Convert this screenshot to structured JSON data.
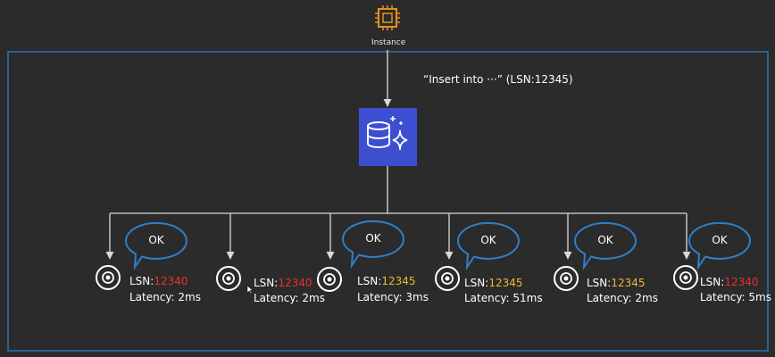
{
  "colors": {
    "background": "#2b2b2b",
    "frame": "#2a74b8",
    "instance_icon": "#e7901f",
    "database_fill": "#3c4fd1",
    "lines": "#d9d9d9",
    "stale_lsn": "#e8312a",
    "current_lsn": "#f0b732",
    "bubble_stroke": "#2f7fc8"
  },
  "instance": {
    "icon": "chip-icon",
    "label": "Instance"
  },
  "write": {
    "statement": "“Insert into ···”  (LSN:12345)"
  },
  "database": {
    "icon": "database-sparkle-icon"
  },
  "replicas": [
    {
      "ack": "OK",
      "lsn_prefix": "LSN:",
      "lsn": "12340",
      "lsn_status": "stale",
      "latency": "Latency: 2ms"
    },
    {
      "ack": "",
      "lsn_prefix": "LSN:",
      "lsn": "12340",
      "lsn_status": "stale",
      "latency": "Latency: 2ms"
    },
    {
      "ack": "OK",
      "lsn_prefix": "LSN:",
      "lsn": "12345",
      "lsn_status": "current",
      "latency": "Latency: 3ms"
    },
    {
      "ack": "OK",
      "lsn_prefix": "LSN:",
      "lsn": "12345",
      "lsn_status": "current",
      "latency": "Latency: 51ms"
    },
    {
      "ack": "OK",
      "lsn_prefix": "LSN:",
      "lsn": "12345",
      "lsn_status": "current",
      "latency": "Latency: 2ms"
    },
    {
      "ack": "OK",
      "lsn_prefix": "LSN:",
      "lsn": "12340",
      "lsn_status": "stale",
      "latency": "Latency: 5ms"
    }
  ]
}
